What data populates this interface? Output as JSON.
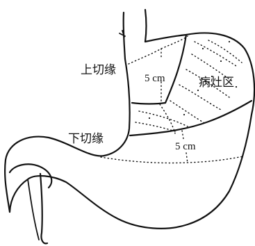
{
  "labels": {
    "upper_margin": "上切缘",
    "lower_margin": "下切缘",
    "lesion_area": "病灶区",
    "distance_upper": "5 cm",
    "distance_lower": "5 cm"
  },
  "colors": {
    "ink": "#111111",
    "background": "#ffffff"
  }
}
